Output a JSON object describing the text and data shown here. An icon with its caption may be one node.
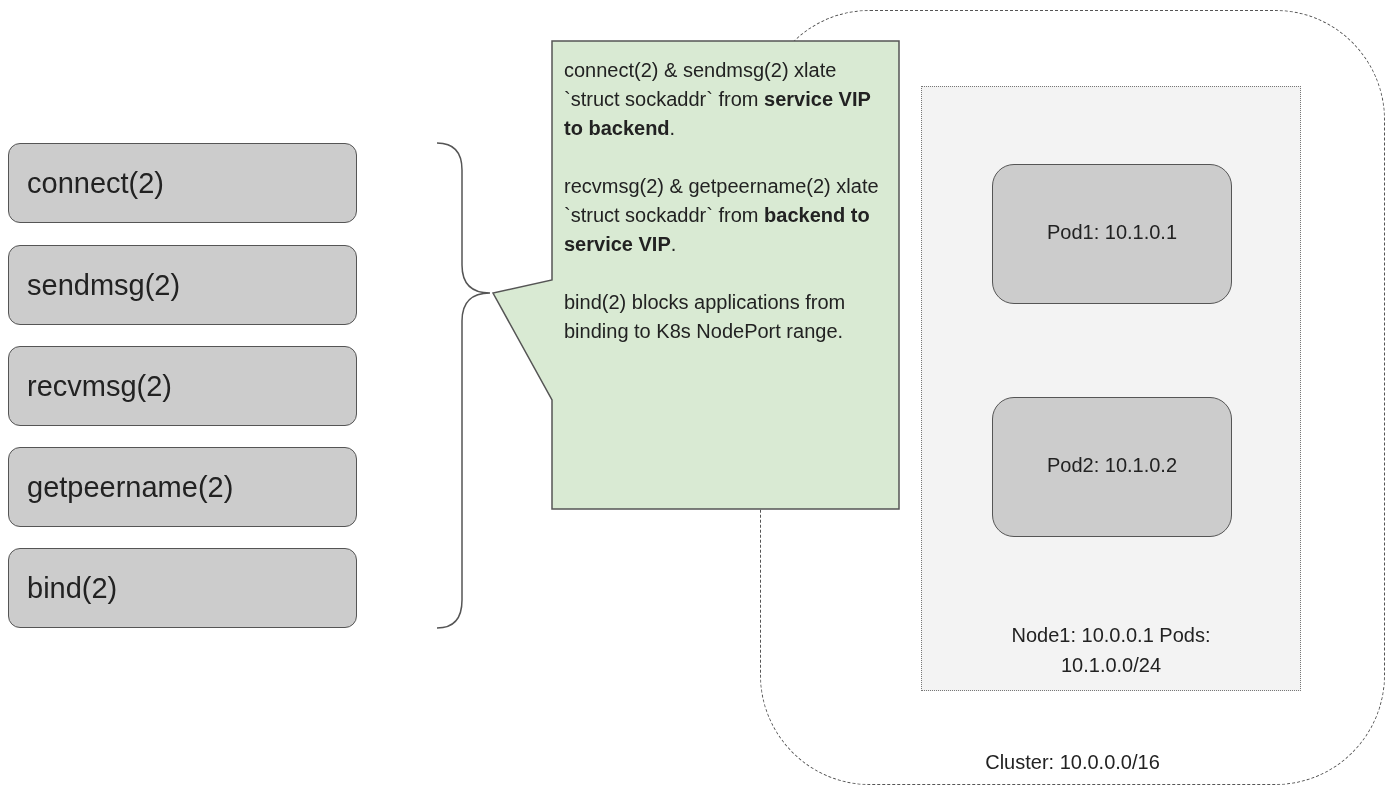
{
  "diagram": {
    "nodes": [
      {
        "text": [
          "connect(2)"
        ]
      },
      {
        "text": [
          "sendmsg(2)"
        ]
      },
      {
        "text": [
          "recvmsg(2)"
        ]
      },
      {
        "text": [
          "getpeername(2)"
        ]
      },
      {
        "text": [
          "bind(2)"
        ]
      },
      {
        "text": [
          "connect(2) & sendmsg(2) xlate `struct sockaddr` from **service VIP to backend**.",
          "recvmsg(2) & getpeername(2) xlate `struct sockaddr` from **backend to service VIP**.",
          "bind(2) blocks applications from binding to K8s NodePort range."
        ]
      },
      {
        "text": [
          "Cluster: 10.0.0.0/16"
        ]
      },
      {
        "text": [
          "Node1: 10.0.0.1 Pods: 10.1.0.0/24"
        ],
        "in": 6
      },
      {
        "text": [
          "Pod1: 10.1.0.1"
        ],
        "in": 7
      },
      {
        "text": [
          "Pod2: 10.1.0.2"
        ],
        "in": 7
      }
    ]
  }
}
